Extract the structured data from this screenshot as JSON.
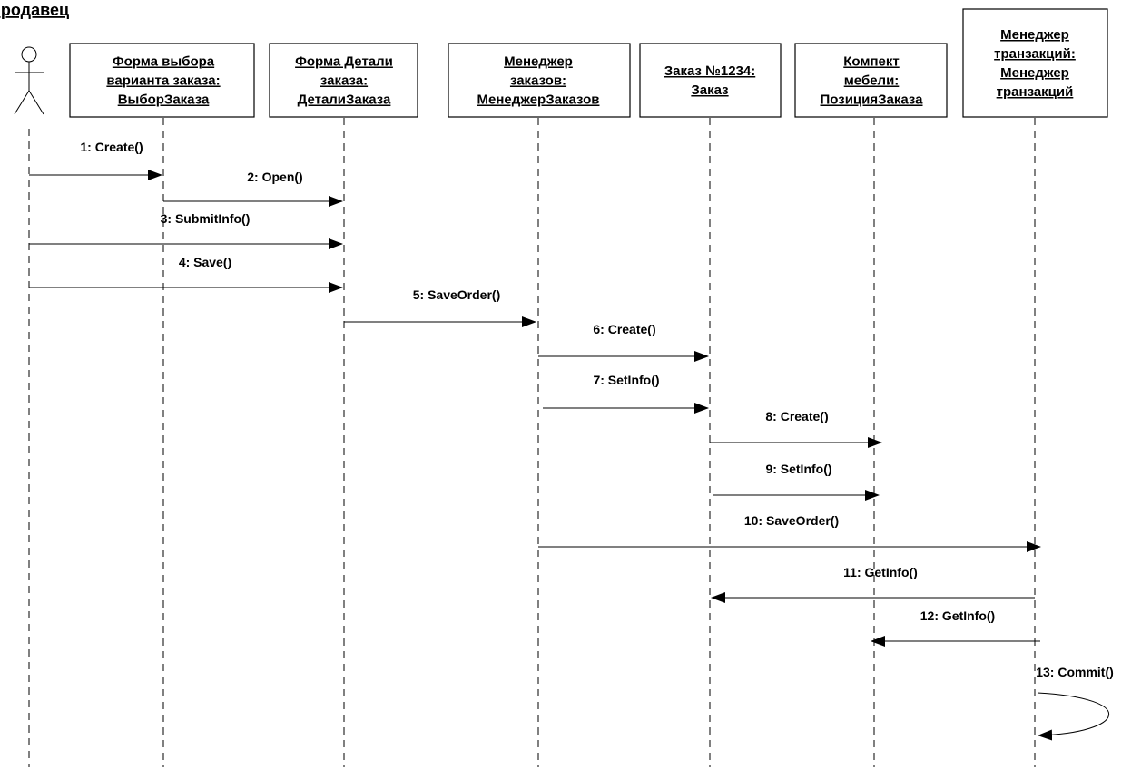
{
  "actor": {
    "name": "Продавец"
  },
  "objects": [
    {
      "id": "form-select",
      "lines": [
        "Форма выбора",
        "варианта заказа:",
        "ВыборЗаказа"
      ]
    },
    {
      "id": "form-details",
      "lines": [
        "Форма Детали",
        "заказа:",
        "ДеталиЗаказа"
      ]
    },
    {
      "id": "order-manager",
      "lines": [
        "Менеджер",
        "заказов:",
        "МенеджерЗаказов"
      ]
    },
    {
      "id": "order-1234",
      "lines": [
        "Заказ №1234:",
        "Заказ"
      ]
    },
    {
      "id": "furniture-set",
      "lines": [
        "Компект",
        "мебели:",
        "ПозицияЗаказа"
      ]
    },
    {
      "id": "transaction-manager",
      "lines": [
        "Менеджер",
        "транзакций:",
        "Менеджер",
        "транзакций"
      ]
    }
  ],
  "messages": [
    {
      "label": "1: Create()",
      "from": "actor",
      "to": "form-select"
    },
    {
      "label": "2: Open()",
      "from": "form-select",
      "to": "form-details"
    },
    {
      "label": "3: SubmitInfo()",
      "from": "actor",
      "to": "form-details"
    },
    {
      "label": "4: Save()",
      "from": "actor",
      "to": "form-details"
    },
    {
      "label": "5: SaveOrder()",
      "from": "form-details",
      "to": "order-manager"
    },
    {
      "label": "6: Create()",
      "from": "order-manager",
      "to": "order-1234"
    },
    {
      "label": "7: SetInfo()",
      "from": "order-manager",
      "to": "order-1234"
    },
    {
      "label": "8: Create()",
      "from": "order-1234",
      "to": "furniture-set"
    },
    {
      "label": "9: SetInfo()",
      "from": "order-1234",
      "to": "furniture-set"
    },
    {
      "label": "10: SaveOrder()",
      "from": "order-manager",
      "to": "transaction-manager"
    },
    {
      "label": "11: GetInfo()",
      "from": "transaction-manager",
      "to": "order-1234"
    },
    {
      "label": "12: GetInfo()",
      "from": "transaction-manager",
      "to": "furniture-set"
    },
    {
      "label": "13: Commit()",
      "from": "transaction-manager",
      "to": "transaction-manager"
    }
  ]
}
